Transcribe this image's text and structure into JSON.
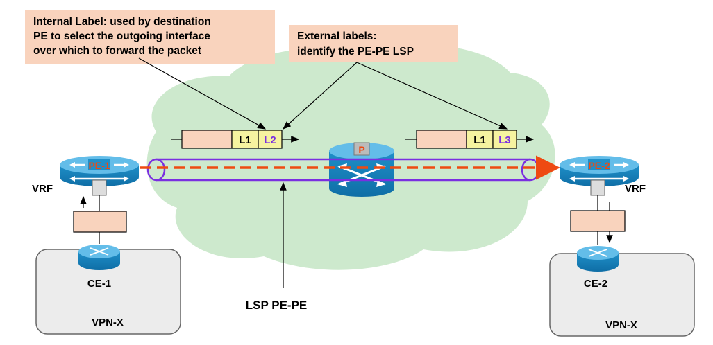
{
  "callouts": {
    "internal": [
      "Internal Label: used by destination",
      "PE to select the outgoing interface",
      "over which to forward the packet"
    ],
    "external": [
      "External labels:",
      "identify the PE-PE LSP"
    ]
  },
  "labels_left": {
    "l1": "L1",
    "l2": "L2"
  },
  "labels_right": {
    "l1": "L1",
    "l2": "L3"
  },
  "routers": {
    "pe1": "PE-1",
    "pe2": "PE-2",
    "p": "P"
  },
  "vrf_left": "VRF",
  "vrf_right": "VRF",
  "ce1": "CE-1",
  "ce2": "CE-2",
  "vpn_left": "VPN-X",
  "vpn_right": "VPN-X",
  "lsp_label": "LSP PE-PE",
  "colors": {
    "callout_fill": "#f9d3bd",
    "cloud": "#cde9cd",
    "router": "#1f8fc8",
    "router_top": "#63bde9",
    "tunnel": "#7a2fe0",
    "lsp_path": "#ee4a12",
    "vpn_box": "#ececec",
    "l2_text": "#7a2fe0"
  },
  "icons": [
    "router-icon",
    "arrow-icon",
    "tunnel-icon",
    "cloud-icon"
  ]
}
